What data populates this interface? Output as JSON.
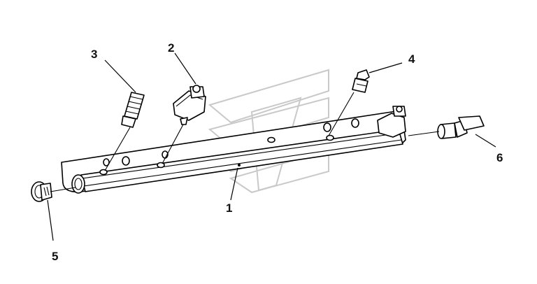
{
  "callouts": {
    "c1": "1",
    "c2": "2",
    "c3": "3",
    "c4": "4",
    "c5": "5",
    "c6": "6"
  },
  "colors": {
    "ink": "#000000",
    "watermark": "#c9c9c9",
    "background": "#ffffff"
  }
}
